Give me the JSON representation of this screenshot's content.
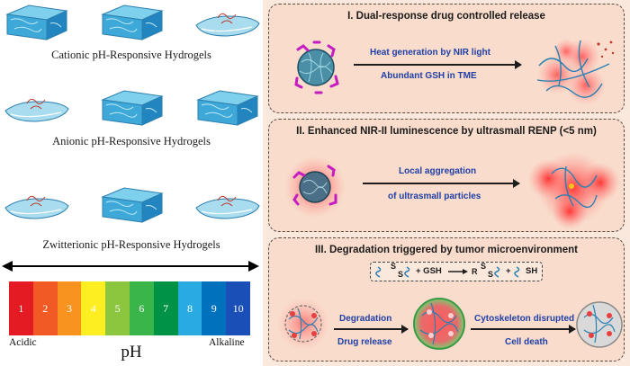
{
  "left_panel": {
    "rows": [
      {
        "caption": "Cationic pH-Responsive Hydrogels"
      },
      {
        "caption": "Anionic pH-Responsive Hydrogels"
      },
      {
        "caption": "Zwitterionic pH-Responsive Hydrogels"
      }
    ],
    "ph_scale": {
      "values": [
        "1",
        "2",
        "3",
        "4",
        "5",
        "6",
        "7",
        "8",
        "9",
        "10"
      ],
      "colors": [
        "#e51b24",
        "#f15a24",
        "#f7931e",
        "#fcee21",
        "#8cc63f",
        "#39b54a",
        "#009245",
        "#29abe2",
        "#0071bc",
        "#1b4fb8"
      ],
      "left_label": "Acidic",
      "right_label": "Alkaline",
      "axis_label": "pH"
    }
  },
  "right_panel": {
    "section1": {
      "title": "I. Dual-response drug controlled release",
      "line1": "Heat generation by NIR light",
      "line2": "Abundant GSH in TME"
    },
    "section2": {
      "title": "II. Enhanced NIR-II luminescence by ultrasmall RENP (<5 nm)",
      "line1": "Local aggregation",
      "line2": "of ultrasmall particles"
    },
    "section3": {
      "title": "III. Degradation triggered by tumor microenvironment",
      "reaction": {
        "s1": "S",
        "s2": "S",
        "plus_gsh": "+ GSH",
        "r": "R",
        "s3": "S",
        "s4": "S",
        "plus": "+",
        "sh": "SH"
      },
      "label_a1": "Degradation",
      "label_a2": "Drug release",
      "label_b1": "Cytoskeleton disrupted",
      "label_b2": "Cell death"
    }
  }
}
